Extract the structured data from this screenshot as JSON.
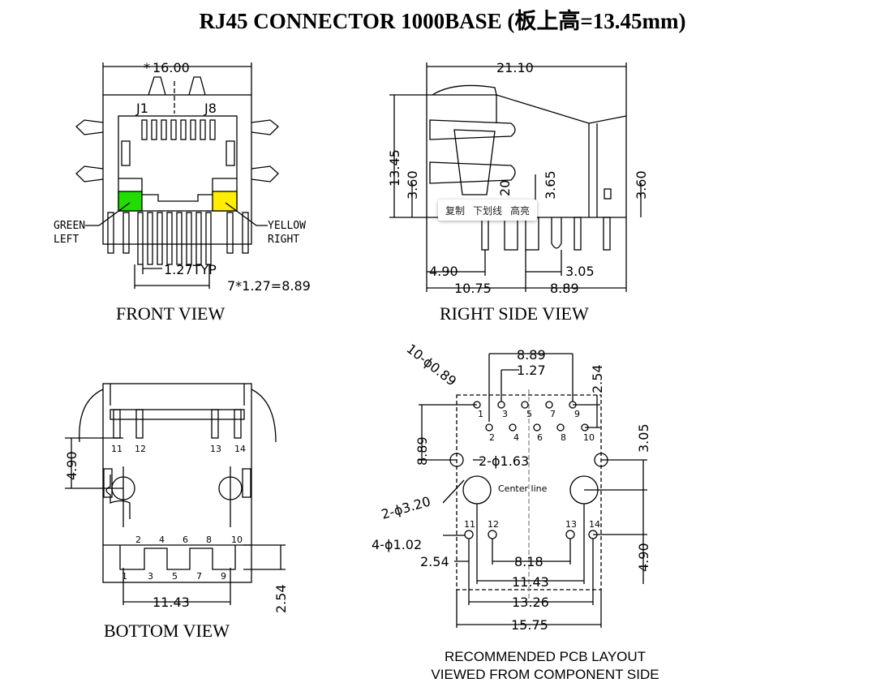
{
  "title": "RJ45 CONNECTOR  1000BASE (板上高=13.45mm)",
  "front": {
    "title": "FRONT VIEW",
    "dim_width": "16.00",
    "pin_first": "J1",
    "pin_last": "J8",
    "led_left": {
      "label1": "GREEN",
      "label2": "LEFT",
      "color": "#22dd00"
    },
    "led_right": {
      "label1": "YELLOW",
      "label2": "RIGHT",
      "color": "#ffee00"
    },
    "pitch": "1.27TYP",
    "span": "7*1.27=8.89"
  },
  "side": {
    "title": "RIGHT SIDE VIEW",
    "dim_length": "21.10",
    "dim_height": "13.45",
    "dim_left_360": "3.60",
    "dim_right_360": "3.60",
    "dim_20": "20",
    "dim_365": "3.65",
    "dim_490": "4.90",
    "dim_305": "3.05",
    "dim_1075": "10.75",
    "dim_889": "8.89"
  },
  "bottom": {
    "title": "BOTTOM VIEW",
    "pins_top": [
      "11",
      "12",
      "13",
      "14"
    ],
    "pins_even": [
      "2",
      "4",
      "6",
      "8",
      "10"
    ],
    "pins_odd": [
      "1",
      "3",
      "5",
      "7",
      "9"
    ],
    "dim_490": "4.90",
    "dim_1143": "11.43",
    "dim_254": "2.54"
  },
  "pcb": {
    "title_line1": "RECOMMENDED PCB LAYOUT",
    "title_line2": "VIEWED FROM COMPONENT SIDE",
    "holes_label": "10-ϕ0.89",
    "row1": [
      "1",
      "3",
      "5",
      "7",
      "9"
    ],
    "row2": [
      "2",
      "4",
      "6",
      "8",
      "10"
    ],
    "dim_889_top": "8.89",
    "dim_127": "1.27",
    "dim_254_right": "2.54",
    "dim_889_left": "8.89",
    "dim_305": "3.05",
    "hole_163": "2-ϕ1.63",
    "center_line": "Center line",
    "hole_320": "2-ϕ3.20",
    "led_pins": [
      "11",
      "12",
      "13",
      "14"
    ],
    "hole_102": "4-ϕ1.02",
    "dim_254": "2.54",
    "dim_818": "8.18",
    "dim_1143": "11.43",
    "dim_1326": "13.26",
    "dim_1575": "15.75",
    "dim_490": "4.90"
  },
  "context_menu": {
    "copy": "复制",
    "underline": "下划线",
    "highlight": "高亮"
  }
}
